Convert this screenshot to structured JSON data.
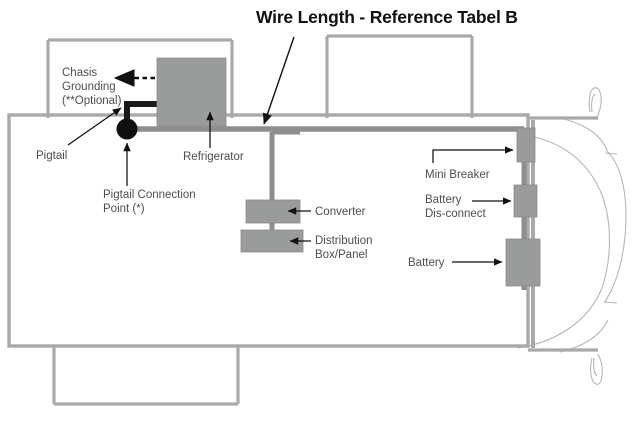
{
  "title": {
    "text": "Wire Length - Reference Tabel B"
  },
  "labels": {
    "chasis_grounding_line1": "Chasis",
    "chasis_grounding_line2": "Grounding",
    "chasis_grounding_line3": "(**Optional)",
    "pigtail": "Pigtail",
    "pigtail_connection_line1": "Pigtail Connection",
    "pigtail_connection_line2": "Point (*)",
    "refrigerator": "Refrigerator",
    "converter": "Converter",
    "distribution_line1": "Distribution",
    "distribution_line2": "Box/Panel",
    "mini_breaker": "Mini Breaker",
    "battery_disconnect_line1": "Battery",
    "battery_disconnect_line2": "Dis-connect",
    "battery": "Battery"
  },
  "colors": {
    "component_fill": "#9a9b9b",
    "component_stroke": "#8a8b8b",
    "outline": "#a8a9a9",
    "wire": "#8d8e8e",
    "black_wire": "#1a1a1a",
    "label_text": "#4d4d4d",
    "title_text": "#101010",
    "vehicle_outline": "#b5b6b6",
    "background": "#ffffff"
  },
  "components": [
    {
      "name": "refrigerator",
      "label": "Refrigerator"
    },
    {
      "name": "converter",
      "label": "Converter"
    },
    {
      "name": "distribution-box-panel",
      "label": "Distribution Box/Panel"
    },
    {
      "name": "mini-breaker",
      "label": "Mini Breaker"
    },
    {
      "name": "battery-disconnect",
      "label": "Battery Dis-connect"
    },
    {
      "name": "battery",
      "label": "Battery"
    },
    {
      "name": "pigtail-connection-point",
      "label": "Pigtail Connection Point (*)"
    }
  ]
}
